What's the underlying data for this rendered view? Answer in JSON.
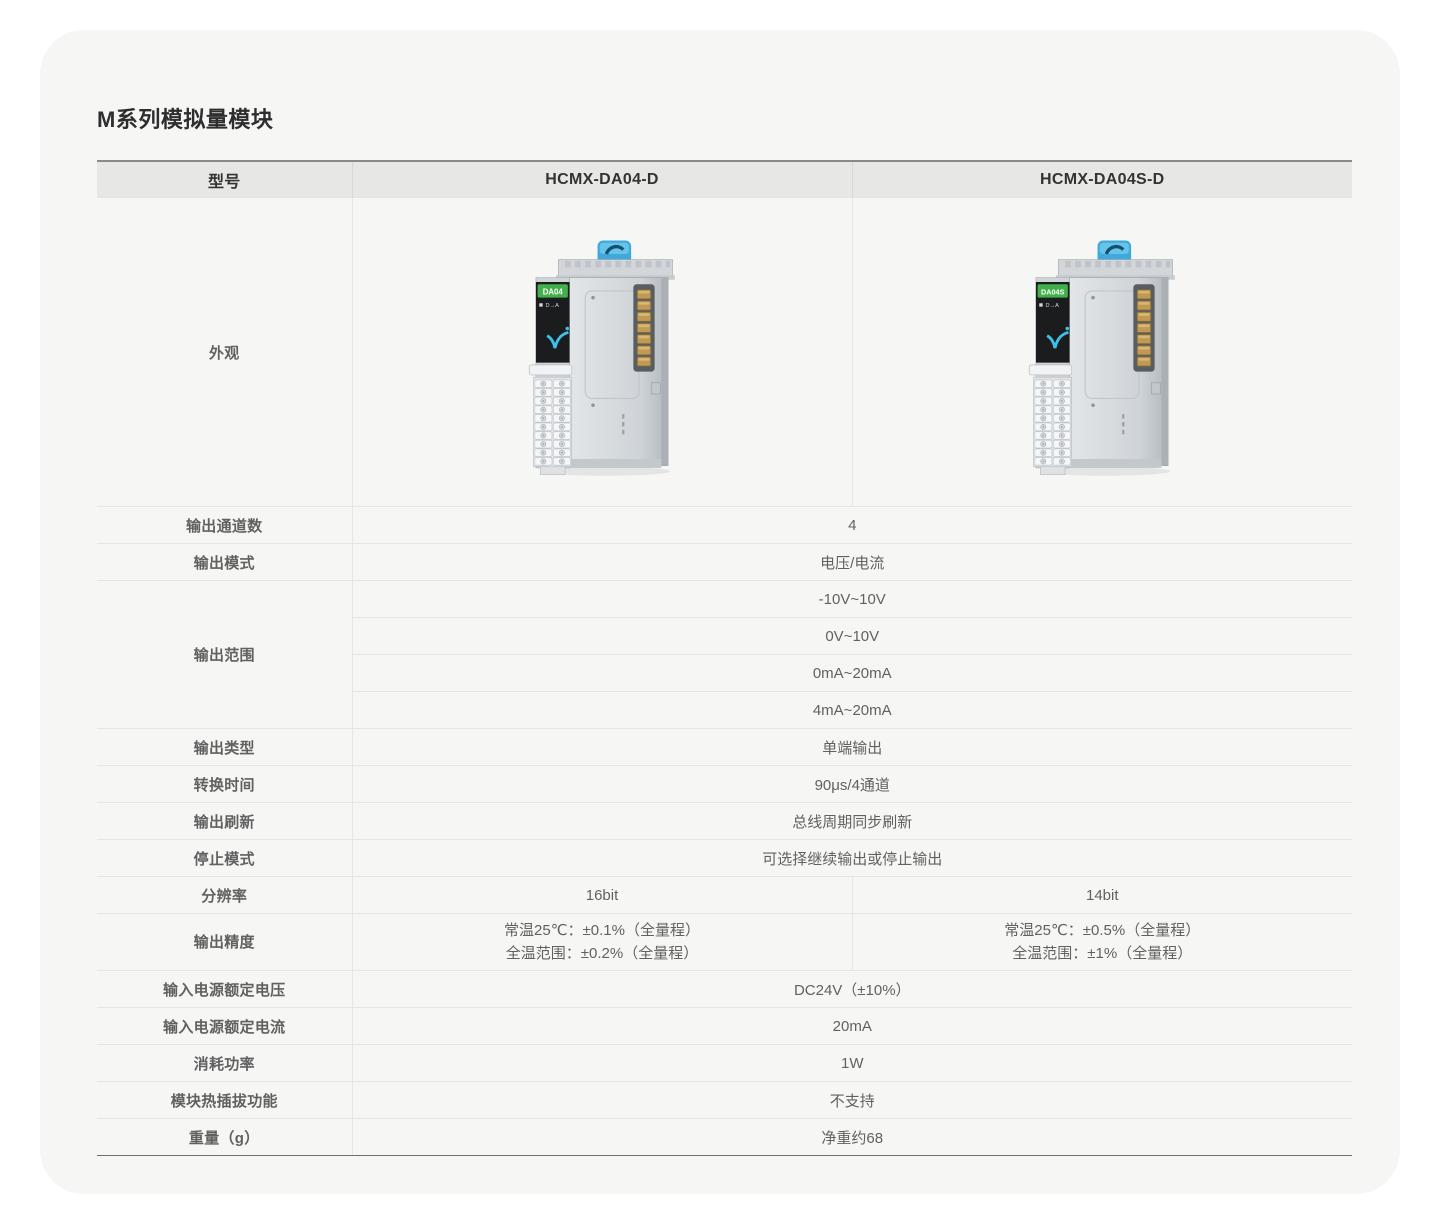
{
  "page_title": "M系列模拟量模块",
  "colors": {
    "card_bg": "#f6f6f5",
    "header_bg": "#e7e7e6",
    "grid_line": "#e5e5e3",
    "tag_green": "#43b14b",
    "clip_cyan": "#3fa9dc",
    "logo_cyan": "#3cc0e8",
    "pin_gold": "#c09a52"
  },
  "table": {
    "headers": {
      "model": "型号",
      "product1": "HCMX-DA04-D",
      "product2": "HCMX-DA04S-D"
    },
    "appearance": {
      "label": "外观",
      "module1_tag": "DA04",
      "module1_panel": "D→A",
      "module2_tag": "DA04S",
      "module2_panel": "D→A"
    },
    "channels": {
      "label": "输出通道数",
      "value": "4"
    },
    "mode": {
      "label": "输出模式",
      "value": "电压/电流"
    },
    "range": {
      "label": "输出范围",
      "v1": "-10V~10V",
      "v2": "0V~10V",
      "v3": "0mA~20mA",
      "v4": "4mA~20mA"
    },
    "out_type": {
      "label": "输出类型",
      "value": "单端输出"
    },
    "conversion": {
      "label": "转换时间",
      "value": "90μs/4通道"
    },
    "refresh": {
      "label": "输出刷新",
      "value": "总线周期同步刷新"
    },
    "stop_mode": {
      "label": "停止模式",
      "value": "可选择继续输出或停止输出"
    },
    "resolution": {
      "label": "分辨率",
      "p1": "16bit",
      "p2": "14bit"
    },
    "accuracy": {
      "label": "输出精度",
      "p1_line1": "常温25℃：±0.1%（全量程）",
      "p1_line2": "全温范围：±0.2%（全量程）",
      "p2_line1": "常温25℃：±0.5%（全量程）",
      "p2_line2": "全温范围：±1%（全量程）"
    },
    "rated_voltage": {
      "label": "输入电源额定电压",
      "value": "DC24V（±10%）"
    },
    "rated_current": {
      "label": "输入电源额定电流",
      "value": "20mA"
    },
    "power": {
      "label": "消耗功率",
      "value": "1W"
    },
    "hot_swap": {
      "label": "模块热插拔功能",
      "value": "不支持"
    },
    "weight": {
      "label": "重量（g）",
      "value": "净重约68"
    }
  }
}
